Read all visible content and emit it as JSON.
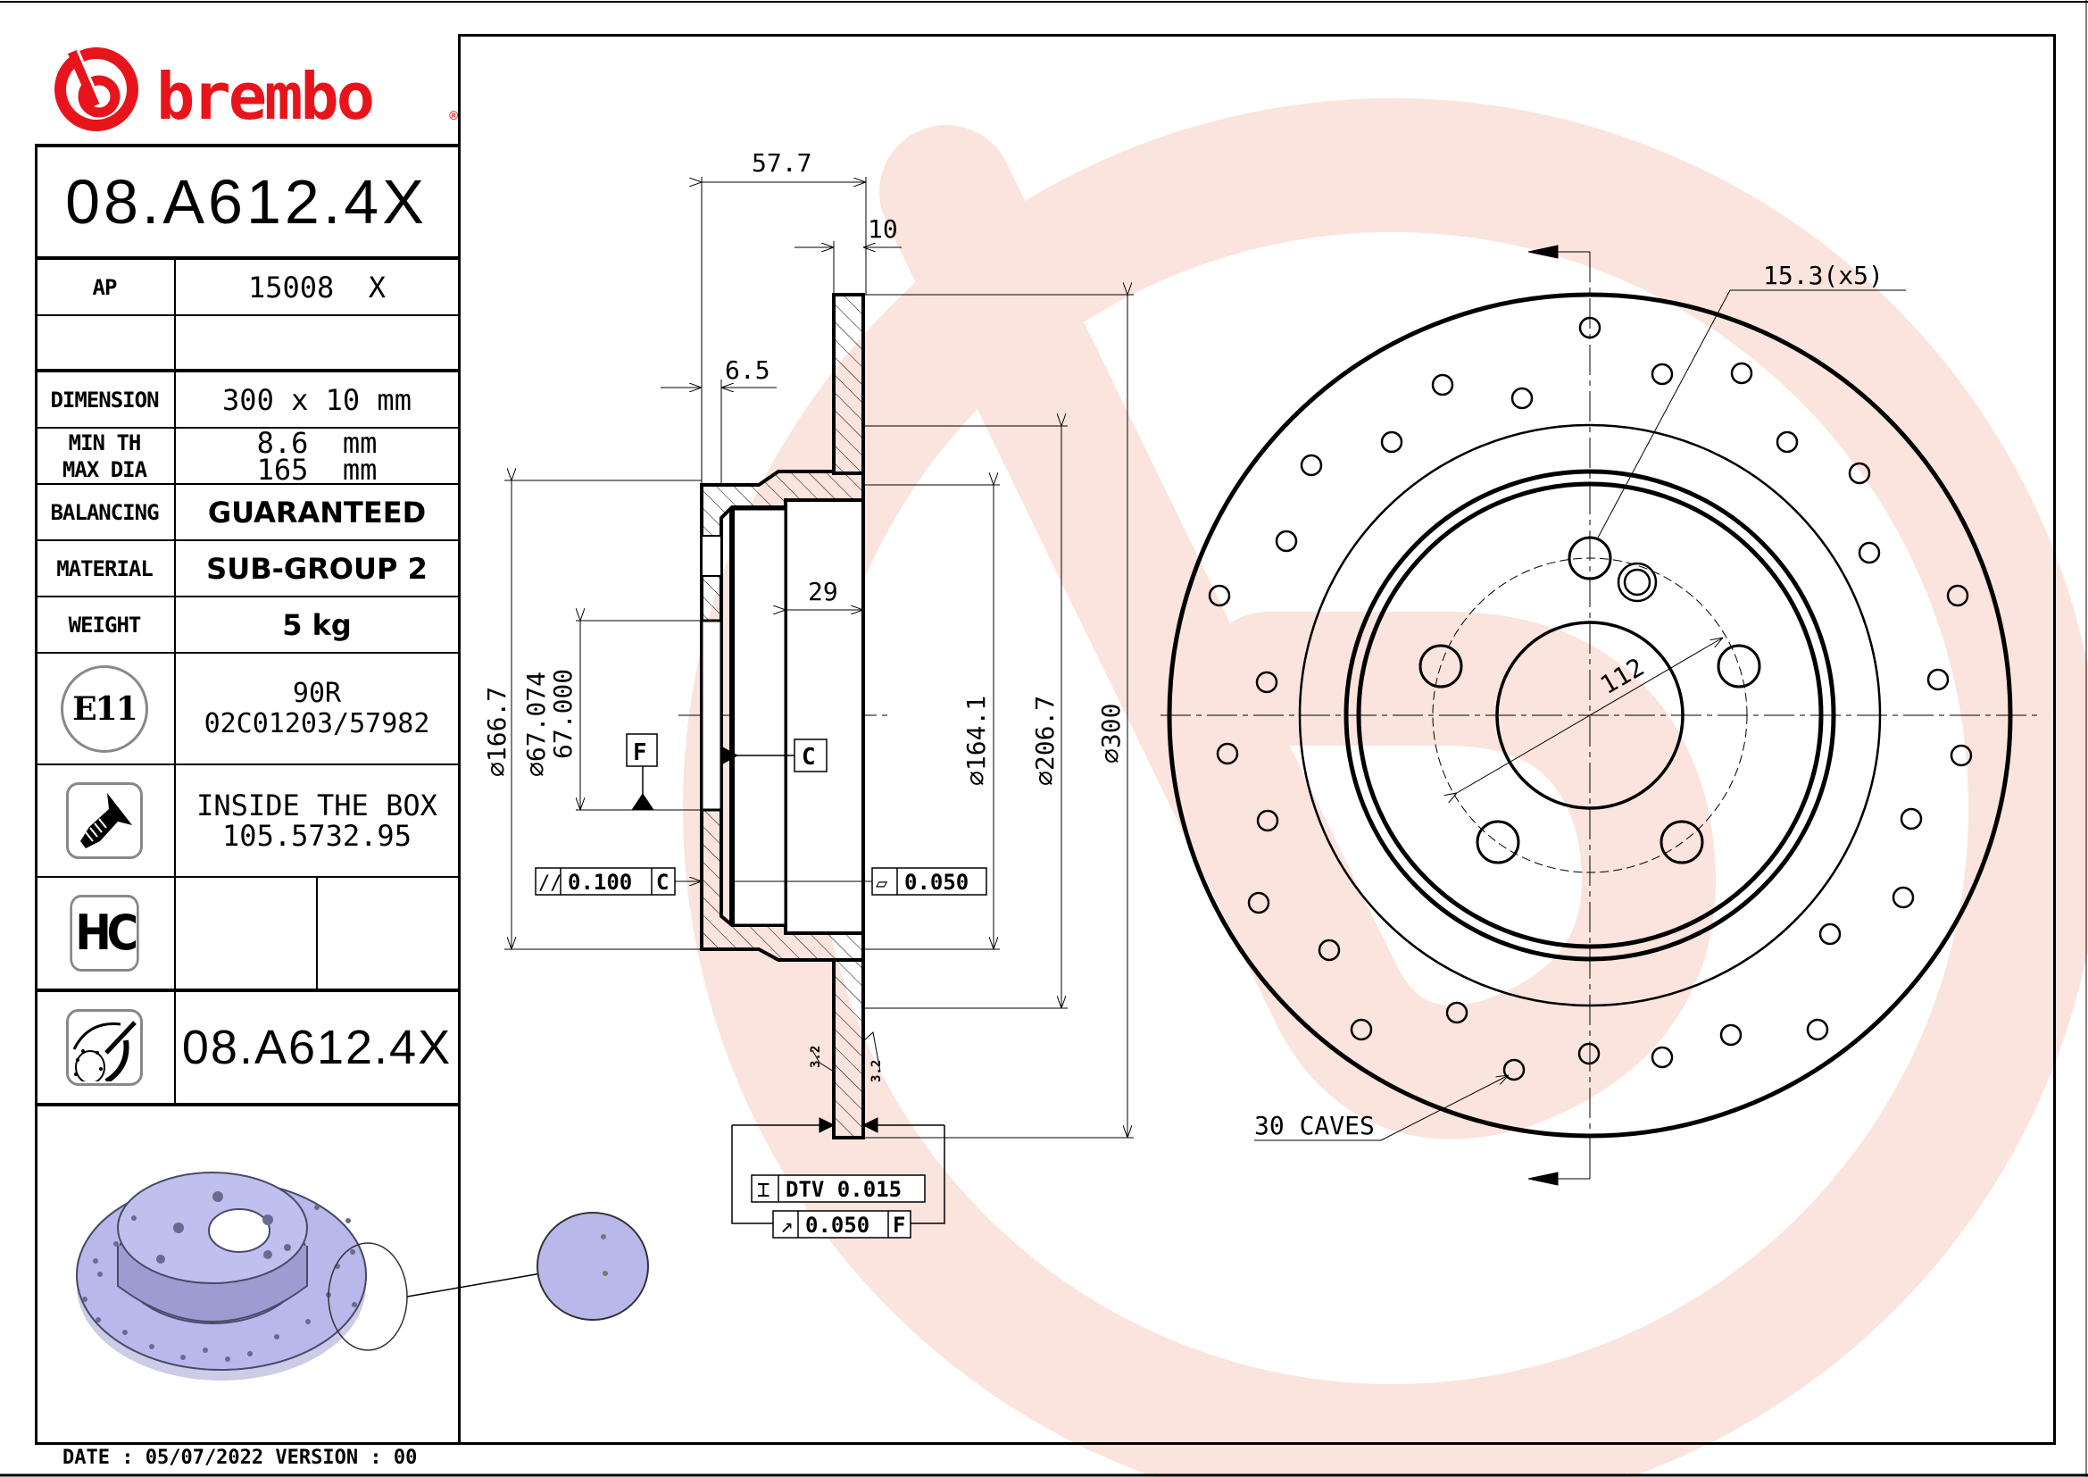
{
  "brand": {
    "name": "brembo",
    "registered_mark": "®",
    "color": "#e8141b"
  },
  "part_number": "08.A612.4X",
  "spec_table": [
    {
      "label": "AP",
      "value": "15008  X"
    },
    {
      "label": "",
      "value": ""
    },
    {
      "label": "DIMENSION",
      "value": "300 x 10 mm"
    },
    {
      "label": "MIN TH",
      "label2": "MAX DIA",
      "value": "8.6  mm",
      "value2": "165  mm"
    },
    {
      "label": "BALANCING",
      "value": "GUARANTEED"
    },
    {
      "label": "MATERIAL",
      "value": "SUB-GROUP 2"
    },
    {
      "label": "WEIGHT",
      "value": "5 kg"
    }
  ],
  "homologation": {
    "icon": "E11",
    "line1": "90R",
    "line2": "02C01203/57982"
  },
  "screw": {
    "icon": "screw-icon",
    "line1": "INSIDE THE BOX",
    "line2": "105.5732.95"
  },
  "hc": {
    "icon": "HC"
  },
  "cross_reference": {
    "icon": "drilled-disc-icon",
    "value": "08.A612.4X"
  },
  "footer": {
    "text": "DATE : 05/07/2022 VERSION : 00"
  },
  "section_view": {
    "dims": {
      "overall_height": "57.7",
      "thickness": "10",
      "hat_wall": "6.5",
      "inner_depth": "29",
      "dia_166": "166.7",
      "dia_67_upper": "67.074",
      "dia_67_lower": "67.000",
      "dia_164": "164.1",
      "dia_206": "206.7",
      "dia_300": "300"
    },
    "datums": {
      "f": "F",
      "c": "C"
    },
    "tolerances": {
      "parallelism": {
        "value": "0.100",
        "datum": "C"
      },
      "flatness": {
        "value": "0.050"
      },
      "dtv": {
        "value": "DTV 0.015"
      },
      "runout": {
        "value": "0.050",
        "datum": "F"
      }
    },
    "roughness": [
      "3.2",
      "3.2"
    ]
  },
  "front_view": {
    "bolt_hole_label": "15.3(x5)",
    "pcd_label": "112",
    "caves_label": "30 CAVES"
  },
  "colors": {
    "line": "#000000",
    "watermark": "#fbe3dc",
    "iso_fill": "#b4b4e6",
    "iso_edge": "#55557a"
  }
}
